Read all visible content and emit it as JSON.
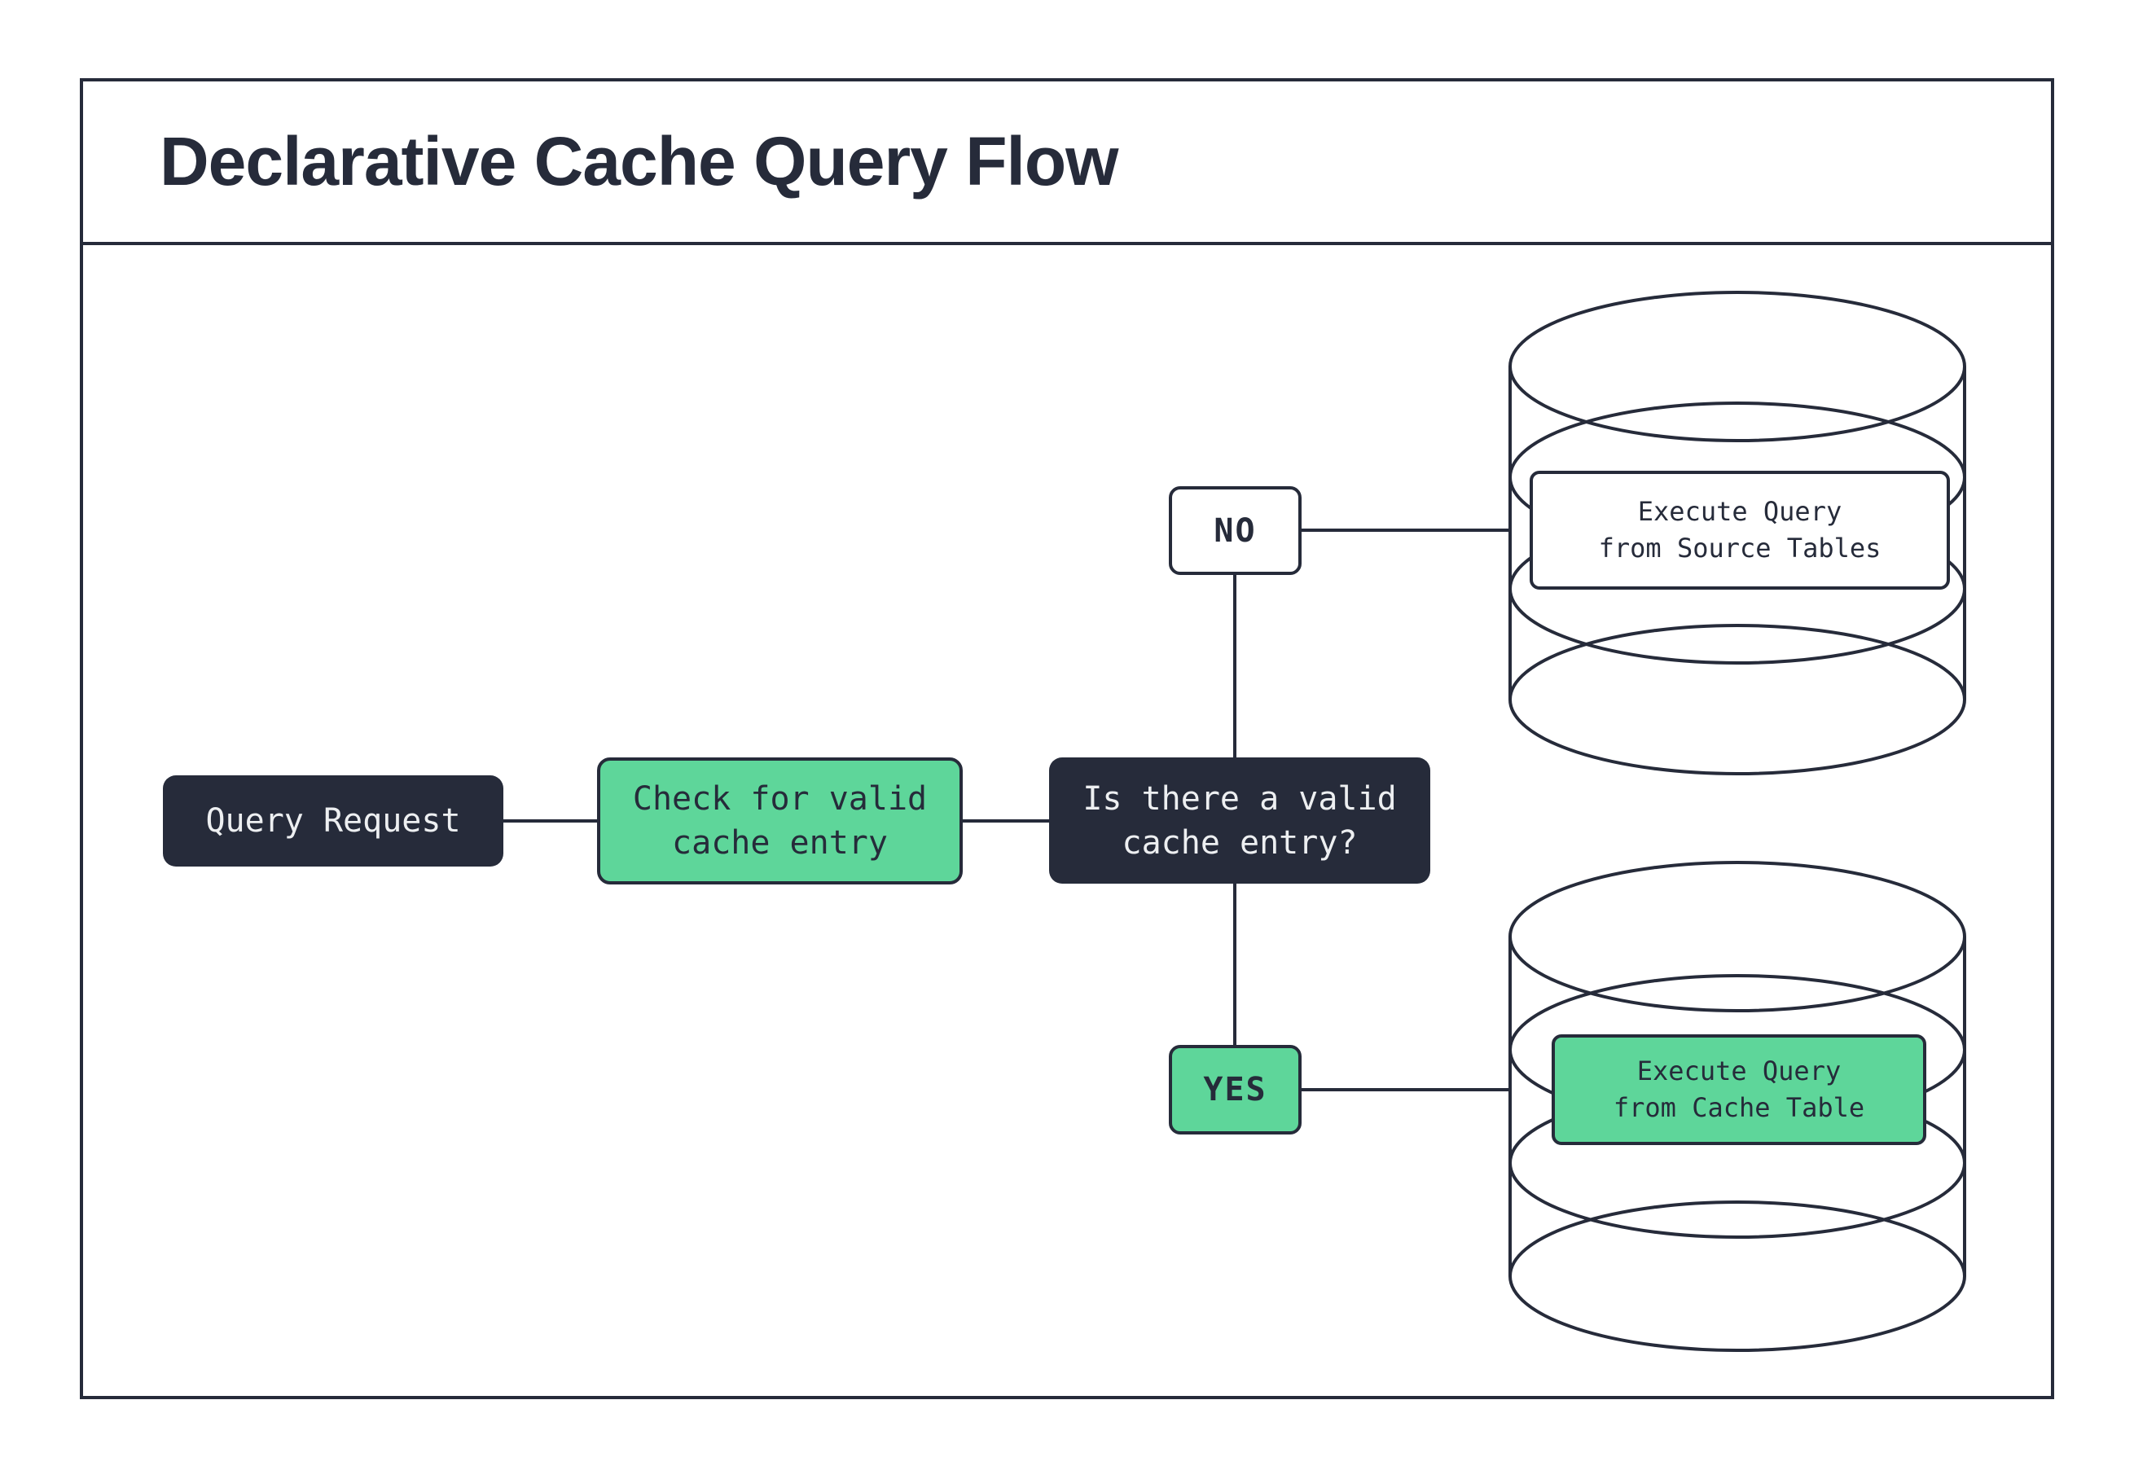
{
  "title": "Declarative Cache Query Flow",
  "nodes": {
    "query_request": {
      "label": "Query Request"
    },
    "check_cache": {
      "label": "Check for valid\ncache entry"
    },
    "decision": {
      "label": "Is there a valid\ncache entry?"
    },
    "branch_no": {
      "label": "NO"
    },
    "branch_yes": {
      "label": "YES"
    },
    "execute_source": {
      "label": "Execute Query\nfrom Source Tables"
    },
    "execute_cache": {
      "label": "Execute Query\nfrom Cache Table"
    }
  },
  "icons": {
    "source_database": "database-cylinder-icon",
    "cache_database": "database-cylinder-icon"
  },
  "colors": {
    "ink": "#262b3a",
    "green": "#5ed69a",
    "dark": "#262b3a",
    "light-text": "#edeff1",
    "bg": "#ffffff"
  }
}
